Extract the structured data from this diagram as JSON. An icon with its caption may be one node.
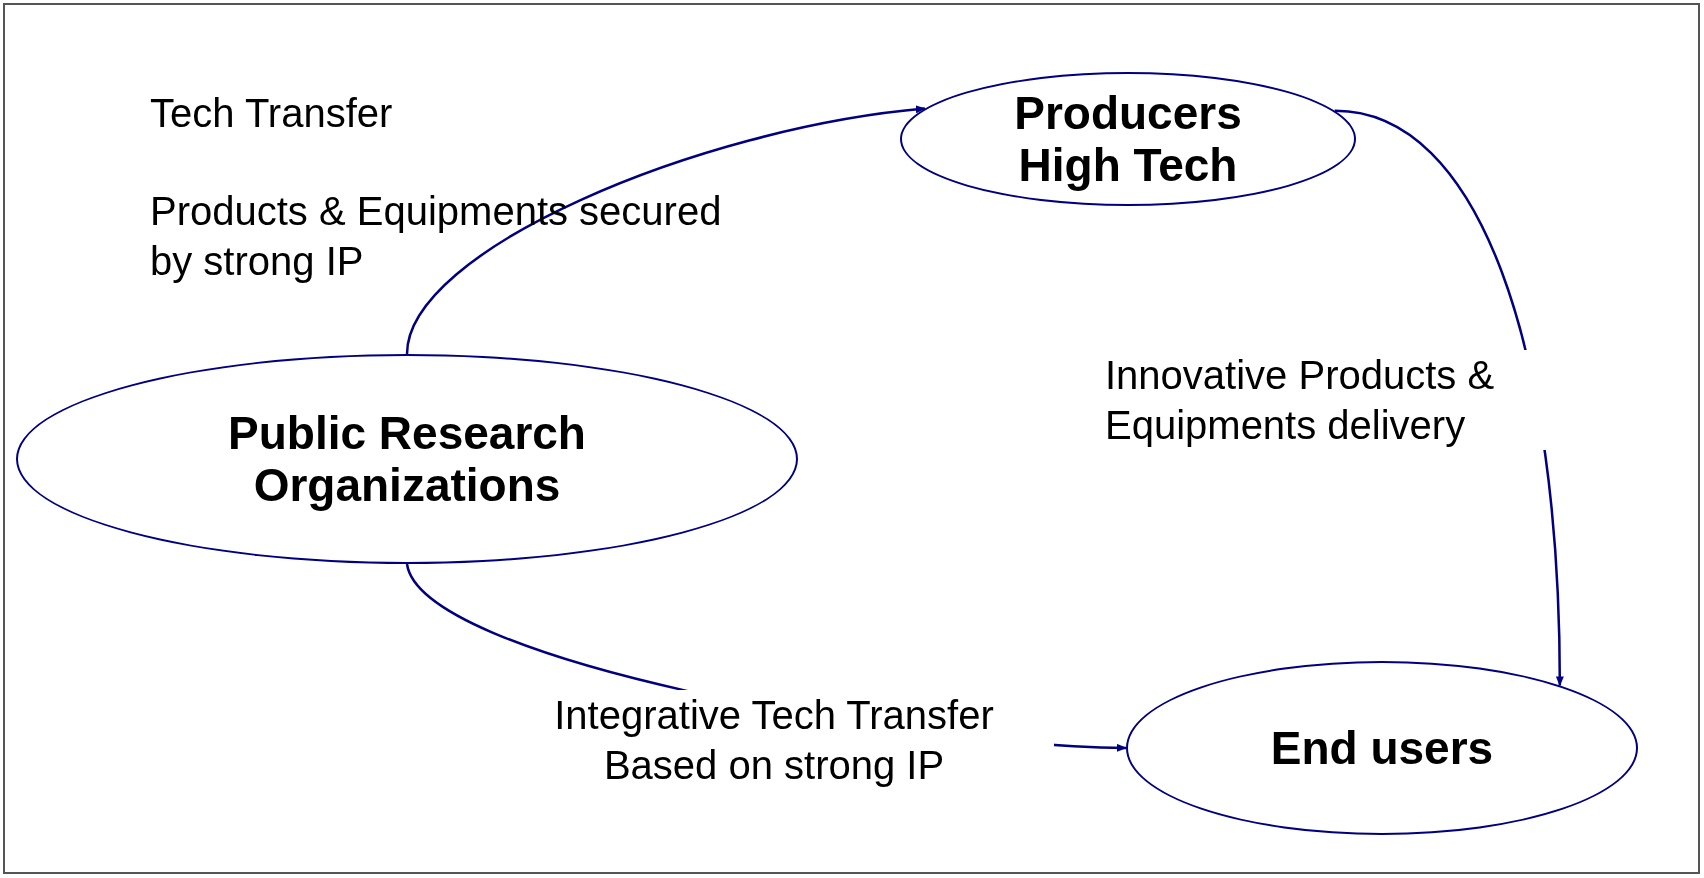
{
  "diagram": {
    "nodes": [
      {
        "text": [
          "Producers High Tech"
        ]
      },
      {
        "text": [
          "Public Research Organizations"
        ]
      },
      {
        "text": [
          "End users"
        ]
      }
    ],
    "edges": [
      {
        "from": 1,
        "to": 0,
        "arrow": "to"
      },
      {
        "from": 0,
        "to": 2,
        "arrow": "to",
        "label": "Innovative Products & Equipments delivery"
      },
      {
        "from": 1,
        "to": 2,
        "arrow": "to",
        "label": "Integrative Tech Transfer Based on strong IP"
      }
    ],
    "labels": [
      "Tech Transfer",
      "Products & Equipments secured by strong IP"
    ]
  }
}
